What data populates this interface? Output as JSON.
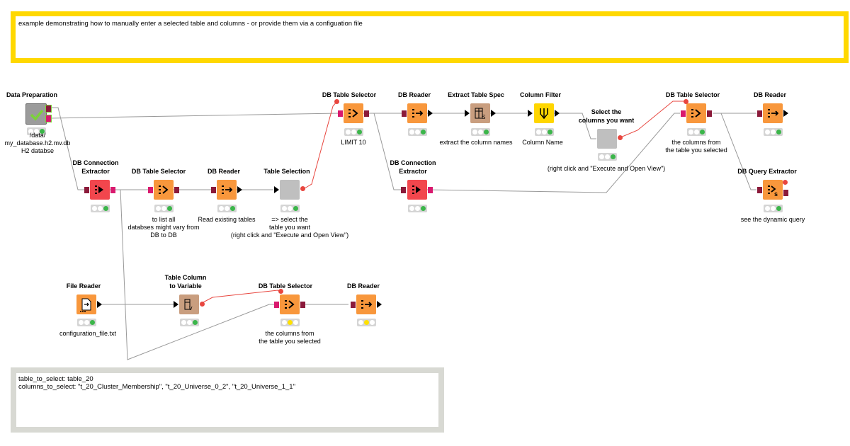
{
  "annotations": {
    "top": {
      "text": "example demonstrating how to manually enter a selected table and columns - or provide them via a configuation file",
      "border_color": "#ffd800"
    },
    "bottom": {
      "text": "table_to_select: table_20\ncolumns_to_select: \"t_20_Cluster_Membership\", \"t_20_Universe_0_2\", \"t_20_Universe_1_1\"",
      "border_color": "#d8d9d3"
    }
  },
  "colors": {
    "db_manipulator": "#f8973c",
    "db_connector": "#f2464d",
    "manipulator_tan": "#c99e7f",
    "flow_control_brown": "#c99e7f",
    "filter_yellow": "#ffd600",
    "view_gray": "#bfbfbf",
    "meta_gray": "#9b9b9b",
    "db_port": "#8b1a3a",
    "flow_var_port": "#e8463f",
    "status_green": "#3bb64a",
    "status_yellow": "#ffe100",
    "connection_gray": "#999999",
    "flow_var_line": "#e8463f"
  },
  "nodes": [
    {
      "id": "n1",
      "title": "Data Preparation",
      "label": "/data/\nmy_database.h2.mv.db\nH2 databse",
      "icon": "check-icon",
      "kind": "meta",
      "status": "green"
    },
    {
      "id": "n2",
      "title": "DB Table Selector",
      "label": "LIMIT 10",
      "icon": "db-table-selector-icon",
      "kind": "db",
      "status": "green"
    },
    {
      "id": "n3",
      "title": "DB Reader",
      "label": "",
      "icon": "db-reader-icon",
      "kind": "db",
      "status": "green"
    },
    {
      "id": "n4",
      "title": "Extract Table Spec",
      "label": "extract the column names",
      "icon": "extract-table-spec-icon",
      "kind": "tan",
      "status": "green"
    },
    {
      "id": "n5",
      "title": "Column Filter",
      "label": "Column Name",
      "icon": "column-filter-icon",
      "kind": "yellow",
      "status": "green"
    },
    {
      "id": "n6",
      "title": "Select the\ncolumns you want",
      "label": "(right click and \"Execute and Open View\")",
      "icon": "view-icon",
      "kind": "view",
      "status": "green"
    },
    {
      "id": "n7",
      "title": "DB Table Selector",
      "label": "the columns from\nthe table you selected",
      "icon": "db-table-selector-icon",
      "kind": "db",
      "status": "green"
    },
    {
      "id": "n8",
      "title": "DB Reader",
      "label": "",
      "icon": "db-reader-icon",
      "kind": "db",
      "status": "green"
    },
    {
      "id": "n9",
      "title": "DB Connection\nExtractor",
      "label": "",
      "icon": "db-connection-extractor-icon",
      "kind": "conn",
      "status": "green"
    },
    {
      "id": "n10",
      "title": "DB Table Selector",
      "label": "to list all\ndatabses might vary from\nDB to DB",
      "icon": "db-table-selector-icon",
      "kind": "db",
      "status": "green"
    },
    {
      "id": "n11",
      "title": "DB Reader",
      "label": "Read existing tables",
      "icon": "db-reader-icon",
      "kind": "db",
      "status": "green"
    },
    {
      "id": "n12",
      "title": "Table Selection",
      "label": "=> select the\ntable you want\n(right click and \"Execute and Open View\")",
      "icon": "view-icon",
      "kind": "view",
      "status": "green"
    },
    {
      "id": "n13",
      "title": "DB Connection\nExtractor",
      "label": "",
      "icon": "db-connection-extractor-icon",
      "kind": "conn",
      "status": "green"
    },
    {
      "id": "n14",
      "title": "DB Query Extractor",
      "label": "see the dynamic query",
      "icon": "db-query-extractor-icon",
      "kind": "db",
      "status": "green"
    },
    {
      "id": "n15",
      "title": "File Reader",
      "label": "configuration_file.txt",
      "icon": "file-reader-icon",
      "kind": "db",
      "status": "green"
    },
    {
      "id": "n16",
      "title": "Table Column\nto Variable",
      "label": "",
      "icon": "table-column-to-variable-icon",
      "kind": "brown",
      "status": "green"
    },
    {
      "id": "n17",
      "title": "DB Table Selector",
      "label": "the columns from\nthe table you selected",
      "icon": "db-table-selector-icon",
      "kind": "db",
      "status": "yellow"
    },
    {
      "id": "n18",
      "title": "DB Reader",
      "label": "",
      "icon": "db-reader-icon",
      "kind": "db",
      "status": "yellow"
    }
  ]
}
